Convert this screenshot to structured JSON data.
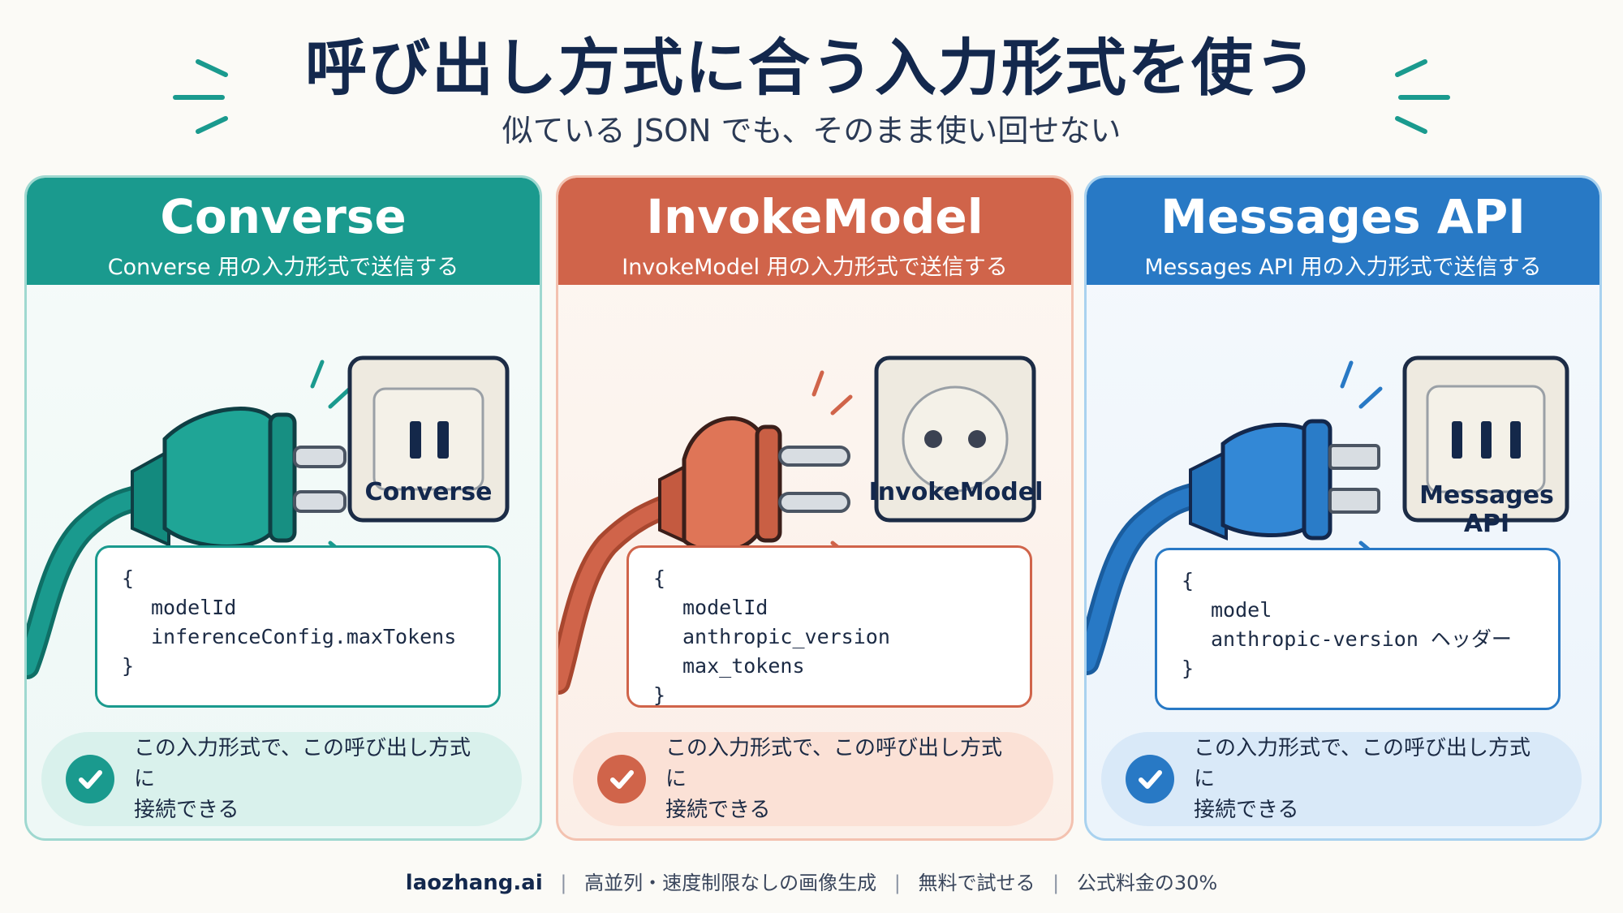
{
  "title": "呼び出し方式に合う入力形式を使う",
  "subtitle": "似ている JSON でも、そのまま使い回せない",
  "panels": [
    {
      "name": "Converse",
      "description": "Converse 用の入力形式で送信する",
      "socket_label": "Converse",
      "code": {
        "open": "{",
        "lines": [
          "modelId",
          "inferenceConfig.maxTokens"
        ],
        "close": "}"
      },
      "footer": {
        "line1": "この入力形式で、この呼び出し方式に",
        "line2": "接続できる"
      },
      "color": "#1a9a8e"
    },
    {
      "name": "InvokeModel",
      "description": "InvokeModel 用の入力形式で送信する",
      "socket_label": "InvokeModel",
      "code": {
        "open": "{",
        "lines": [
          "modelId",
          "anthropic_version",
          "max_tokens"
        ],
        "close": "}"
      },
      "footer": {
        "line1": "この入力形式で、この呼び出し方式に",
        "line2": "接続できる"
      },
      "color": "#d0644a"
    },
    {
      "name": "Messages API",
      "description": "Messages API 用の入力形式で送信する",
      "socket_label": "Messages API",
      "code": {
        "open": "{",
        "lines": [
          "model",
          "anthropic-version ヘッダー"
        ],
        "close": "}"
      },
      "footer": {
        "line1": "この入力形式で、この呼び出し方式に",
        "line2": "接続できる"
      },
      "color": "#2879c5"
    }
  ],
  "bottom": {
    "brand": "laozhang.ai",
    "items": [
      "高並列・速度制限なしの画像生成",
      "無料で試せる",
      "公式料金の30%"
    ]
  }
}
